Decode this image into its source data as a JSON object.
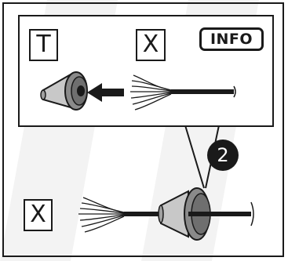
{
  "top_panel": {
    "grommet_label": "T",
    "cable_label": "X",
    "info_badge": "INFO"
  },
  "step": {
    "number": "2"
  },
  "bottom_panel": {
    "cable_label": "X"
  },
  "colors": {
    "line": "#1a1a1a",
    "grommet_light": "#bdbdbd",
    "grommet_dark": "#6f6f6f",
    "background_shade": "#f1f1f1"
  },
  "icons": [
    "grommet-icon",
    "arrow-left-icon",
    "stripped-cable-icon",
    "zoom-callout-icon"
  ]
}
